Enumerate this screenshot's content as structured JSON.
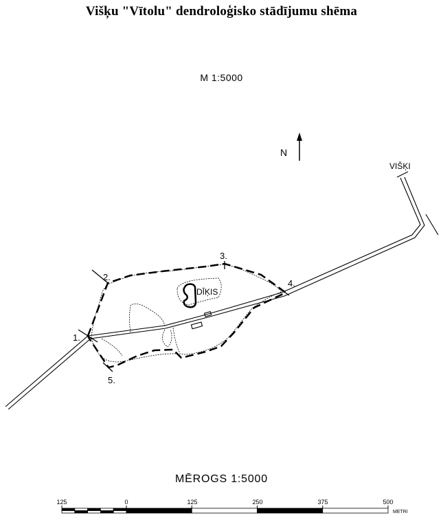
{
  "title": "Višķu \"Vītolu\" dendroloģisko stādījumu shēma",
  "scale_top": "M 1:5000",
  "north_label": "N",
  "places": {
    "viski": "VIŠĶI",
    "pond": "DĪĶIS"
  },
  "points": [
    "1.",
    "2.",
    "3.",
    "4.",
    "5."
  ],
  "scale_bar": {
    "label": "MĒROGS 1:5000",
    "ticks": [
      "125",
      "0",
      "125",
      "250",
      "375",
      "500"
    ],
    "unit": "METRI"
  }
}
